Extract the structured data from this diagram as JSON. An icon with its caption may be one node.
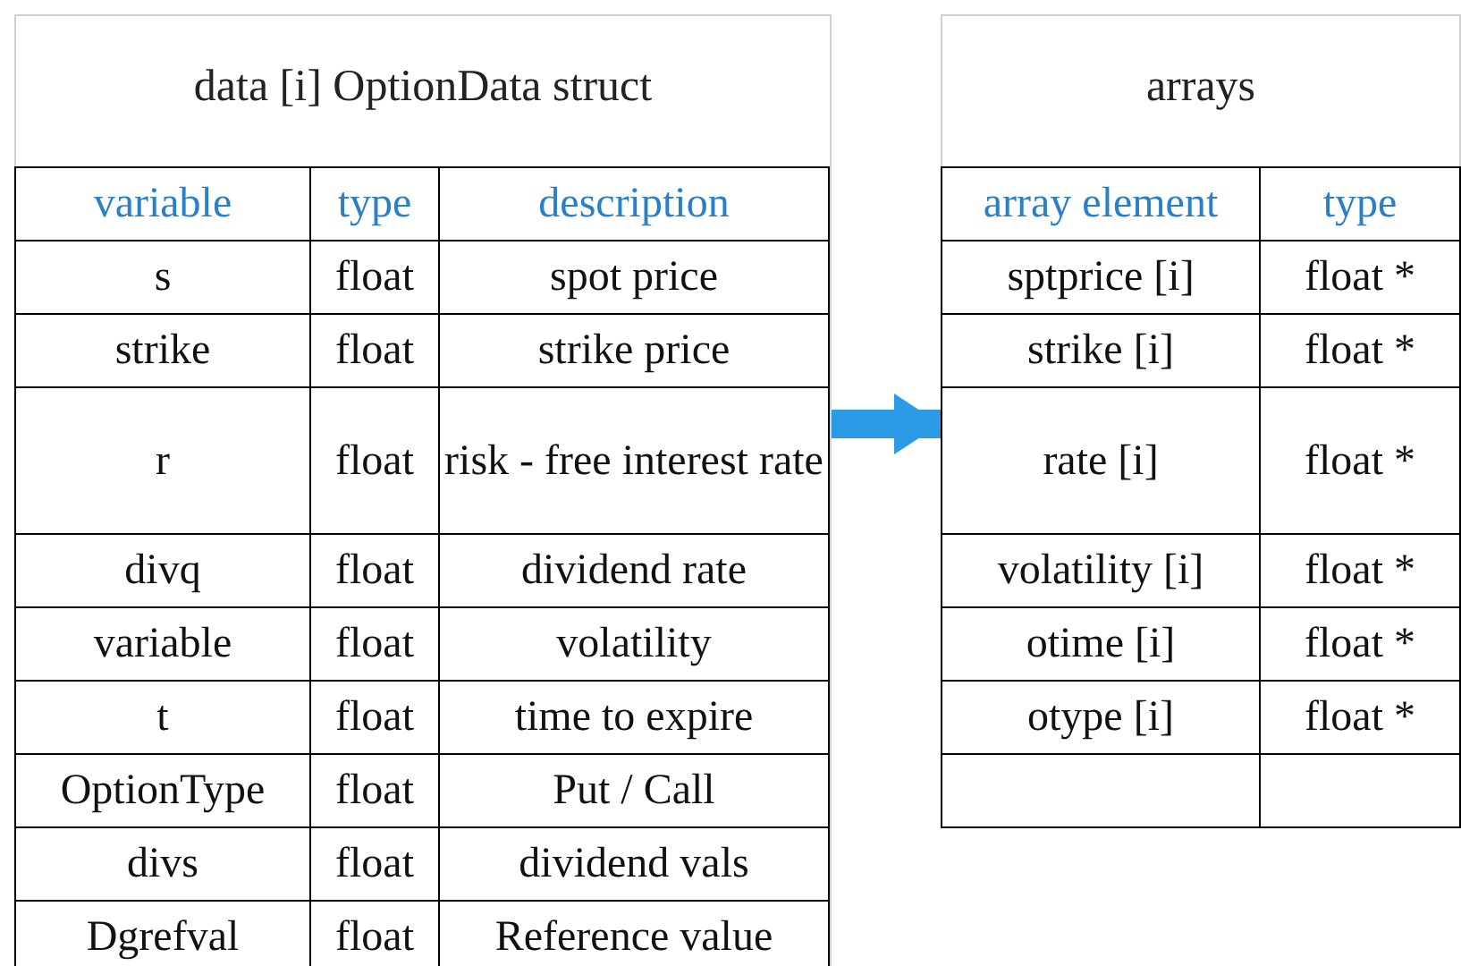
{
  "diagram": {
    "nodes": [
      {
        "text": [
          "data [i] OptionData struct"
        ]
      },
      {
        "text": [
          "arrays"
        ]
      }
    ],
    "edges": [
      {
        "from": 0,
        "to": 1,
        "arrow": "to"
      }
    ],
    "labels": [
      "variable",
      "type",
      "description",
      "s",
      "float",
      "spot price",
      "strike",
      "float",
      "strike price",
      "r",
      "float",
      "risk - free interest rate",
      "divq",
      "float",
      "dividend rate",
      "variable",
      "float",
      "volatility",
      "t",
      "float",
      "time to expire",
      "OptionType",
      "float",
      "Put / Call",
      "divs",
      "float",
      "dividend vals",
      "Dgrefval",
      "float",
      "Reference value",
      "array element",
      "type",
      "sptprice [i]",
      "float *",
      "strike [i]",
      "float *",
      "rate [i]",
      "float *",
      "volatility [i]",
      "float *",
      "otime [i]",
      "float *",
      "otype [i]",
      "float *"
    ]
  }
}
